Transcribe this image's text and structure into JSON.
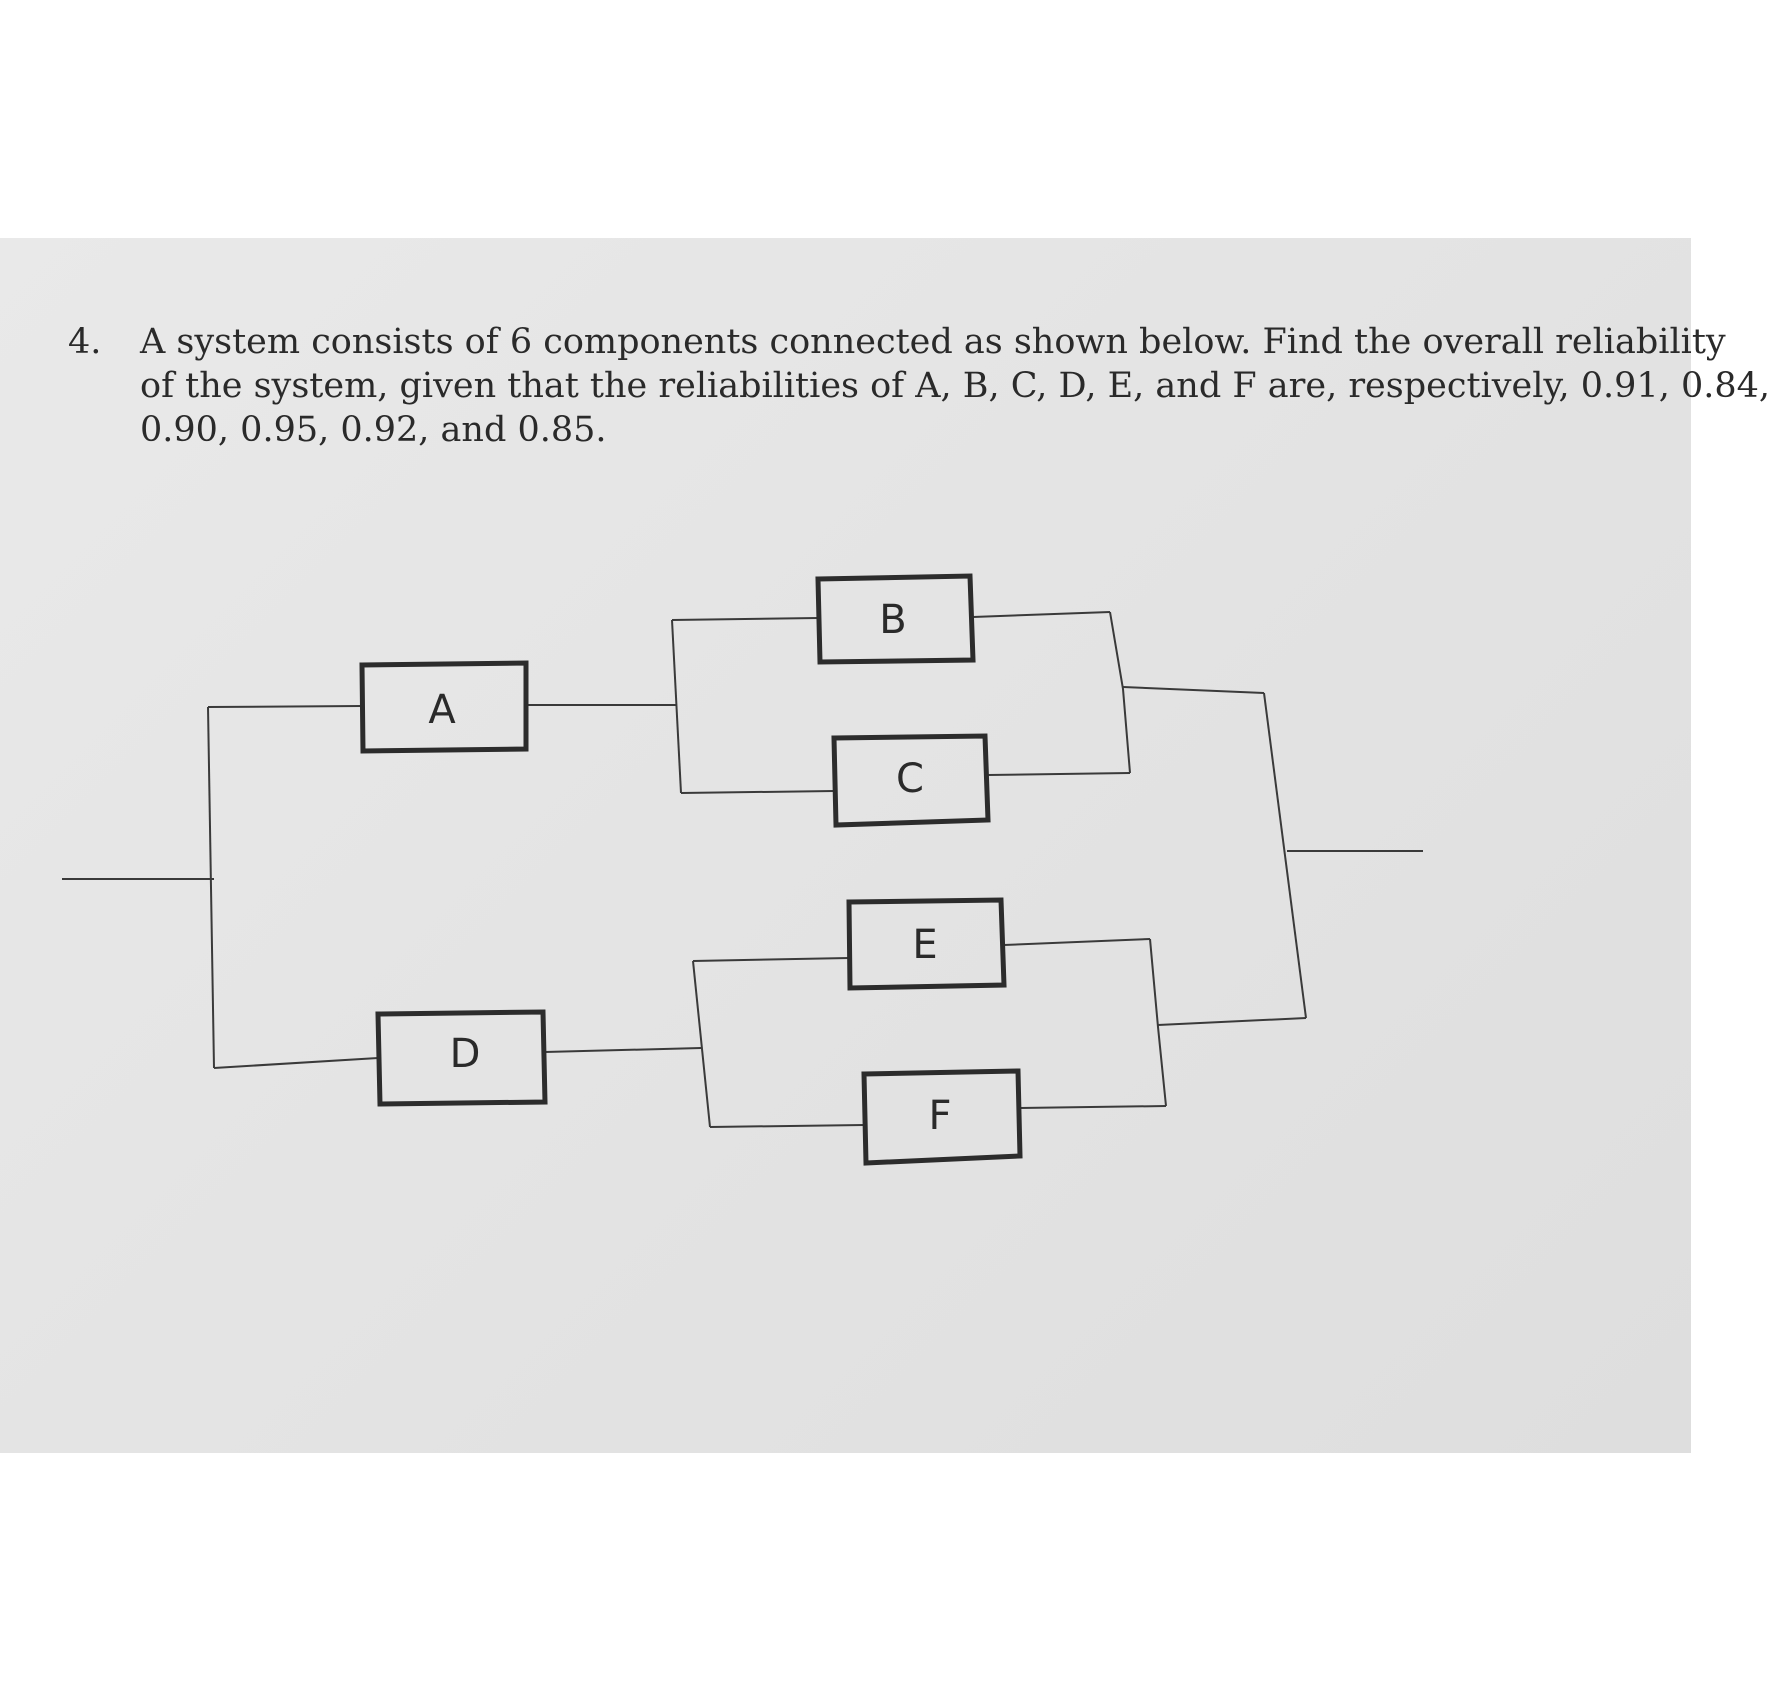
{
  "problem": {
    "number": "4.",
    "lines": [
      "A system consists of 6 components connected as shown below.  Find the overall reliability",
      "of the system, given that the reliabilities of A, B, C, D, E, and F are, respectively, 0.91, 0.84,",
      "0.90, 0.95, 0.92, and 0.85."
    ]
  },
  "diagram": {
    "components": {
      "A": "A",
      "B": "B",
      "C": "C",
      "D": "D",
      "E": "E",
      "F": "F"
    }
  }
}
